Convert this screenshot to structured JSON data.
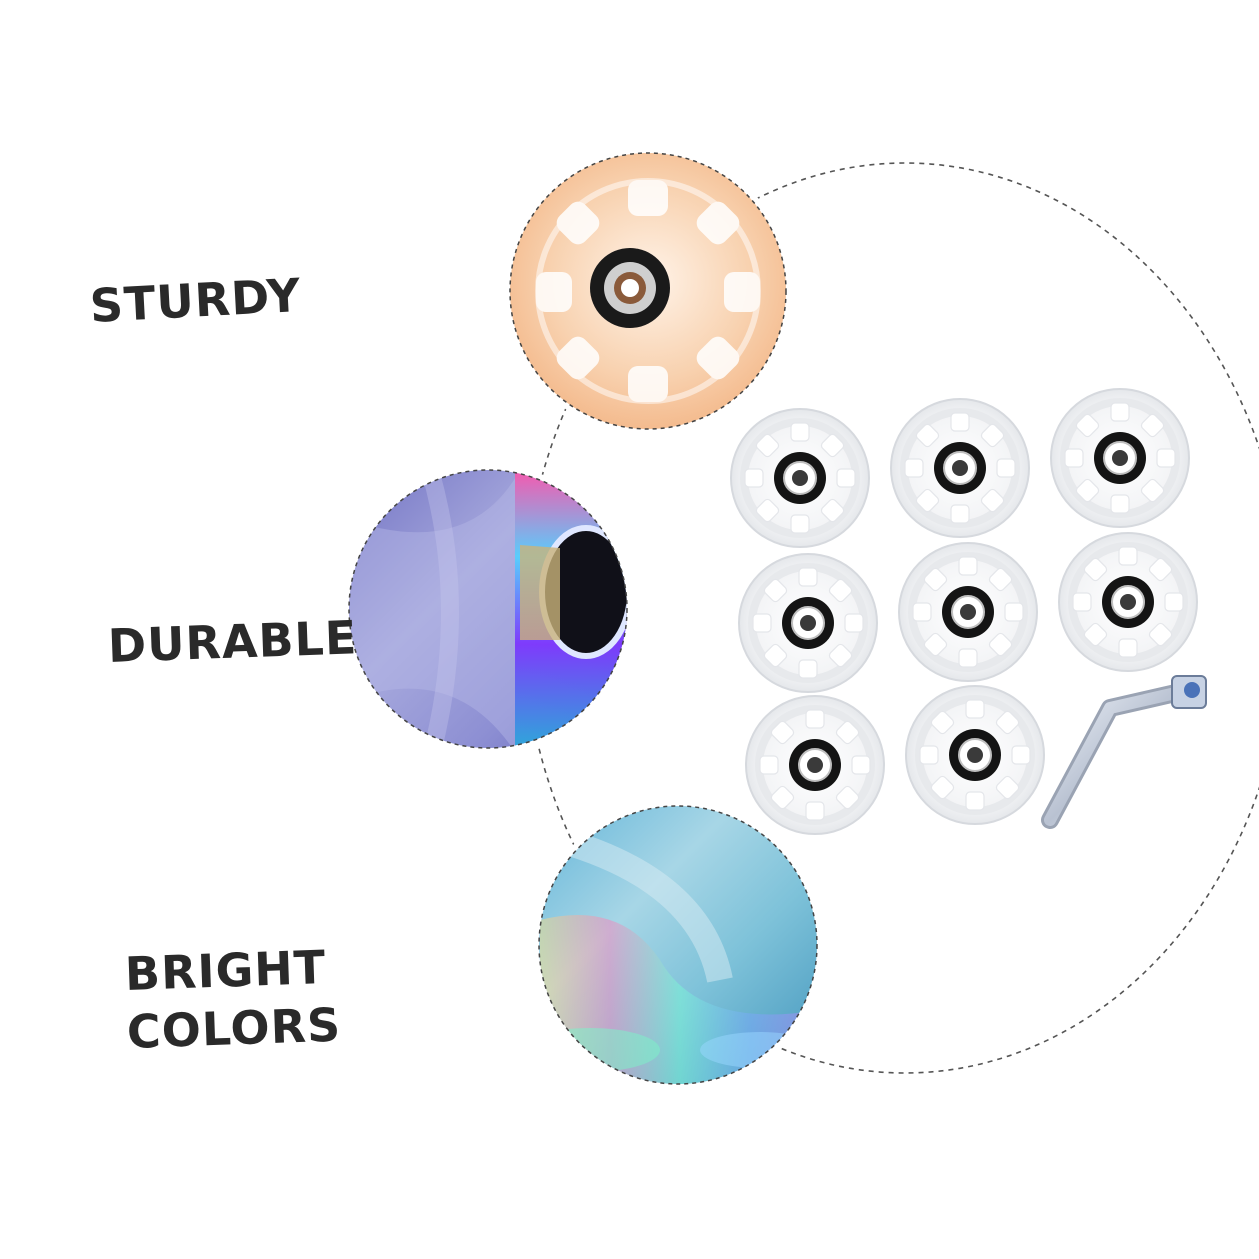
{
  "features": [
    {
      "id": "sturdy",
      "line1": "STURDY"
    },
    {
      "id": "durable",
      "line1": "DURABLE"
    },
    {
      "id": "bright",
      "line1": "BRIGHT",
      "line2": "COLORS"
    }
  ],
  "colors": {
    "text": "#2a2a2a",
    "sturdy_tint": "#f6c9a0",
    "durable_tint": "#8c8fd0",
    "bright_tint": "#7fb6cf",
    "dash_line": "#555555"
  },
  "product": {
    "wheel_count": 8,
    "includes_tool": "l-wrench-icon"
  }
}
